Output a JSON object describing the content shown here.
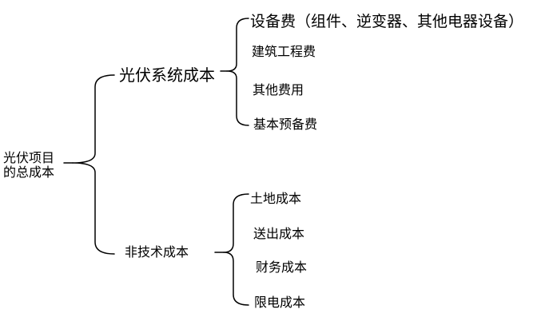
{
  "page": {
    "background_color": "#ffffff",
    "line_color": "#000000",
    "text_color": "#000000"
  },
  "diagram": {
    "type": "brace-tree",
    "root": {
      "label": "光伏项目的总成本",
      "lines": [
        "光伏项目",
        "的总成本"
      ]
    },
    "branches": [
      {
        "label": "光伏系统成本",
        "children": [
          "设备费（组件、逆变器、其他电器设备）",
          "建筑工程费",
          "其他费用",
          "基本预备费"
        ]
      },
      {
        "label": "非技术成本",
        "children": [
          "土地成本",
          "送出成本",
          "财务成本",
          "限电成本"
        ]
      }
    ]
  }
}
